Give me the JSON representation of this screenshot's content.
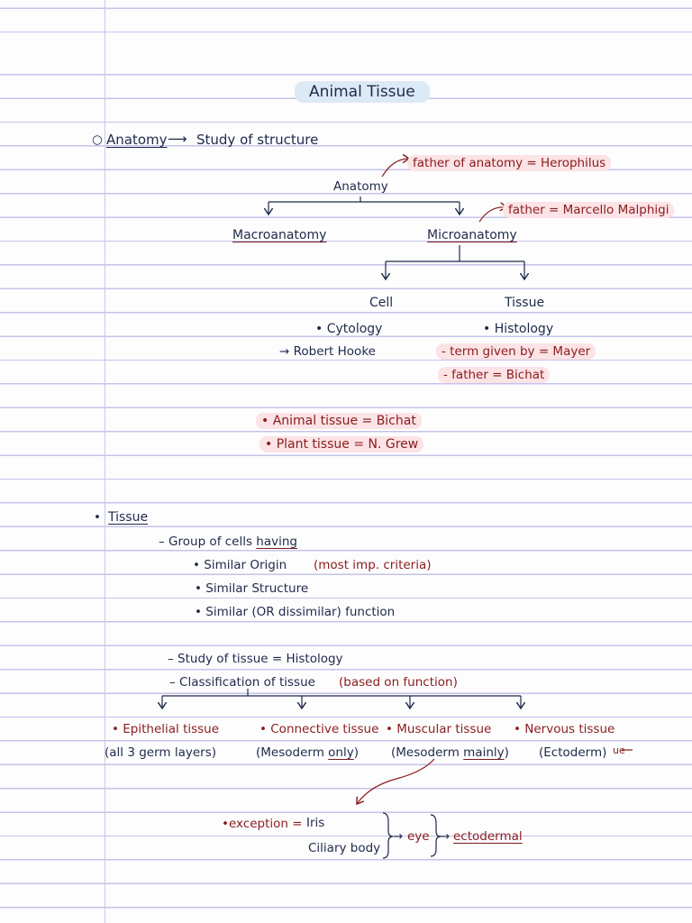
{
  "title": "Animal Tissue",
  "top": {
    "anatomy_def": {
      "term": "Anatomy",
      "arrow": "⟶",
      "def": "Study of structure"
    },
    "anatomy_node": "Anatomy",
    "father_anatomy": "father of anatomy = Herophilus",
    "macro": "Macroanatomy",
    "micro": "Microanatomy",
    "father_micro": "father = Marcello Malphigi",
    "cell": "Cell",
    "tissue": "Tissue",
    "cytology": "• Cytology",
    "hooke": "→ Robert Hooke",
    "histology": "• Histology",
    "term_by": "- term given by = Mayer",
    "father_bichat": "- father = Bichat",
    "animal_tissue": "• Animal tissue = Bichat",
    "plant_tissue": "• Plant tissue = N. Grew"
  },
  "tissue_section": {
    "heading": "Tissue",
    "group_prefix": "– Group of cells ",
    "group_having": "having",
    "origin": "• Similar Origin",
    "origin_note": "(most imp. criteria)",
    "structure": "• Similar Structure",
    "function": "• Similar (OR dissimilar) function",
    "study": "– Study of tissue = Histology",
    "classification": "– Classification of tissue",
    "class_note": "(based on function)"
  },
  "types": [
    {
      "name": "• Epithelial tissue",
      "origin": "(all 3 germ layers)"
    },
    {
      "name": "• Connective tissue",
      "origin_a": "(Mesoderm ",
      "origin_b": "only",
      "origin_c": ")"
    },
    {
      "name": "• Muscular tissue",
      "origin_a": "(Mesoderm ",
      "origin_b": "mainly",
      "origin_c": ")"
    },
    {
      "name": "• Nervous tissue",
      "origin": "(Ectoderm)",
      "tail": "ue"
    }
  ],
  "exception": {
    "label": "•exception =",
    "iris": "Iris",
    "ciliary": "Ciliary body",
    "eye": "eye",
    "ecto": "ectodermal"
  }
}
